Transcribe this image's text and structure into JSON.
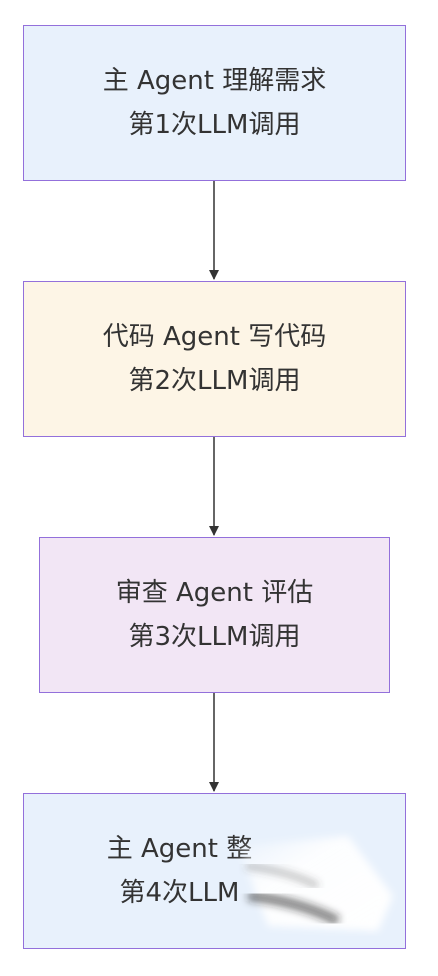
{
  "colors": {
    "border": "#9370DB",
    "text": "#333333",
    "edge": "#333333"
  },
  "nodes": [
    {
      "line1": "主 Agent 理解需求",
      "line2": "第1次LLM调用",
      "fill": "#E8F1FC"
    },
    {
      "line1": "代码 Agent 写代码",
      "line2": "第2次LLM调用",
      "fill": "#FDF5E6"
    },
    {
      "line1": "审查 Agent 评估",
      "line2": "第3次LLM调用",
      "fill": "#F2E6F5"
    },
    {
      "line1": "主 Agent 整",
      "line2": "第4次LLM",
      "fill": "#E8F1FC"
    }
  ]
}
